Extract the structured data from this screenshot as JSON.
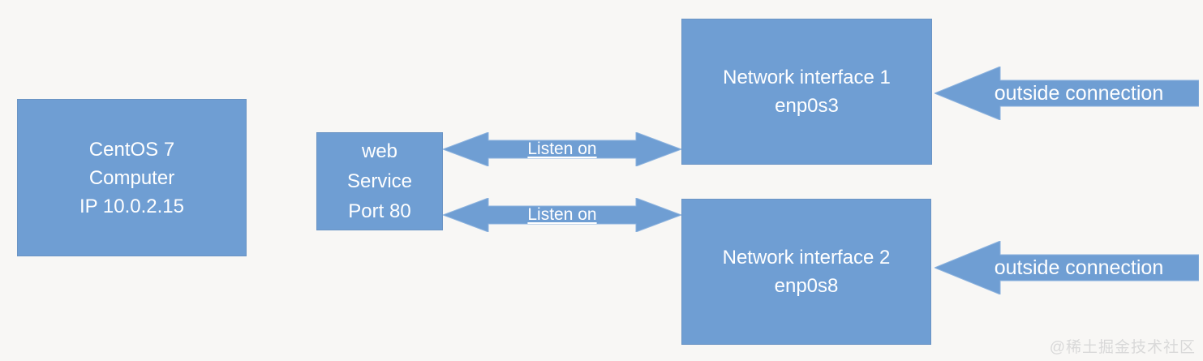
{
  "diagram": {
    "background_color": "#f8f7f5",
    "shape_fill_color": "#6f9ed3",
    "shape_border_color": "#6b94c4",
    "text_color": "#ffffff",
    "nodes": {
      "centos": {
        "line1": "CentOS 7",
        "line2": "Computer",
        "line3": "IP 10.0.2.15"
      },
      "web": {
        "line1": "web",
        "line2": "Service",
        "line3": "Port 80"
      },
      "nic1": {
        "line1": "Network interface 1",
        "line2": "enp0s3"
      },
      "nic2": {
        "line1": "Network interface 2",
        "line2": "enp0s8"
      }
    },
    "connectors": {
      "listen1": {
        "label": "Listen on",
        "type": "double-arrow"
      },
      "listen2": {
        "label": "Listen on",
        "type": "double-arrow"
      },
      "outside1": {
        "label": "outside connection",
        "type": "left-arrow"
      },
      "outside2": {
        "label": "outside connection",
        "type": "left-arrow"
      }
    },
    "watermark": {
      "text": "@稀土掘金技术社区"
    }
  }
}
